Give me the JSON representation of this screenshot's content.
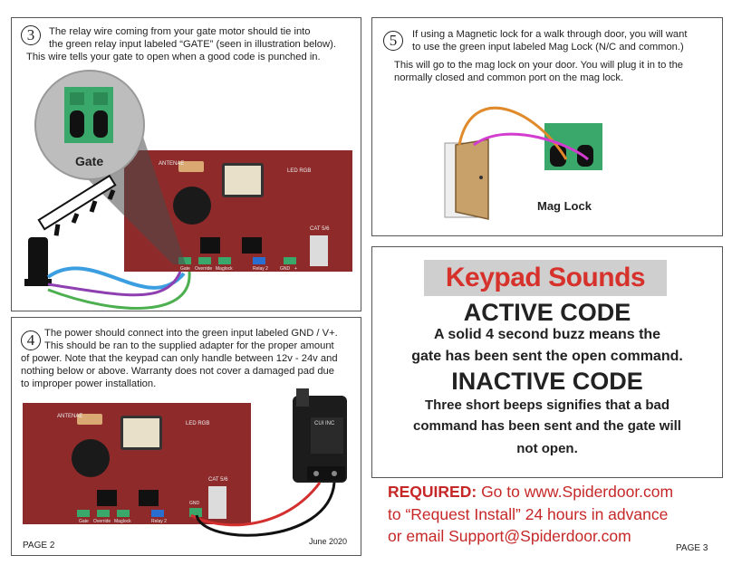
{
  "step3": {
    "number": "3",
    "text_lines": [
      "The relay wire coming from your gate motor should tie into",
      "the green relay input labeled “GATE” (seen in illustration below).",
      "This wire tells your gate to open when a good code is punched in."
    ],
    "zoom_label": "Gate",
    "board_labels": {
      "antenae": "ANTENAE",
      "led": "LED RGB",
      "cat": "CAT 5/6",
      "gate": "Gate",
      "override": "Override",
      "maglock": "Maglock",
      "relay2": "Relay 2",
      "gnd": "GND",
      "plus": "+"
    },
    "page": "PAGE 2"
  },
  "step4": {
    "number": "4",
    "text_lines": [
      "The power should connect into the green input labeled GND / V+.",
      "This should be ran to the supplied adapter for the proper amount",
      "of power. Note that the keypad can only handle between 12v - 24v and",
      "nothing below or above. Warranty does not cover a damaged pad due",
      "to improper power installation."
    ],
    "board_labels": {
      "antenae": "ANTENAE",
      "led": "LED RGB",
      "cat": "CAT 5/6",
      "gate": "Gate",
      "override": "Override",
      "maglock": "Maglock",
      "relay2": "Relay 2",
      "gnd": "GND"
    },
    "adapter_brand": "CUI INC",
    "date": "June 2020"
  },
  "step5": {
    "number": "5",
    "text_lines": [
      "If using a Magnetic lock for a walk through door, you will want",
      "to use the green input labeled Mag Lock (N/C and common.)",
      "This will go to the mag lock on your door. You will plug it in to the",
      "normally closed and common port on the mag lock."
    ],
    "zoom_label": "Mag Lock"
  },
  "keypad": {
    "title": "Keypad Sounds",
    "active_heading": "ACTIVE CODE",
    "active_lines": [
      "A solid 4 second buzz means the",
      "gate has been sent the open command."
    ],
    "inactive_heading": "INACTIVE CODE",
    "inactive_lines": [
      "Three short beeps signifies that a bad",
      "command has been sent and the gate will",
      "not open."
    ]
  },
  "required": {
    "label": "REQUIRED:",
    "line1": " Go to www.Spiderdoor.com",
    "line2": "to “Request Install” 24 hours in advance",
    "line3": "or email Support@Spiderdoor.com"
  },
  "page_right": "PAGE 3",
  "colors": {
    "board": "#8e2a2a",
    "terminal_green": "#3aa86a",
    "accent_red": "#d7312c",
    "wire_blue": "#3b9ee0",
    "wire_purple": "#8e3fb0",
    "wire_green": "#4caf50",
    "wire_orange": "#e08a2b"
  }
}
